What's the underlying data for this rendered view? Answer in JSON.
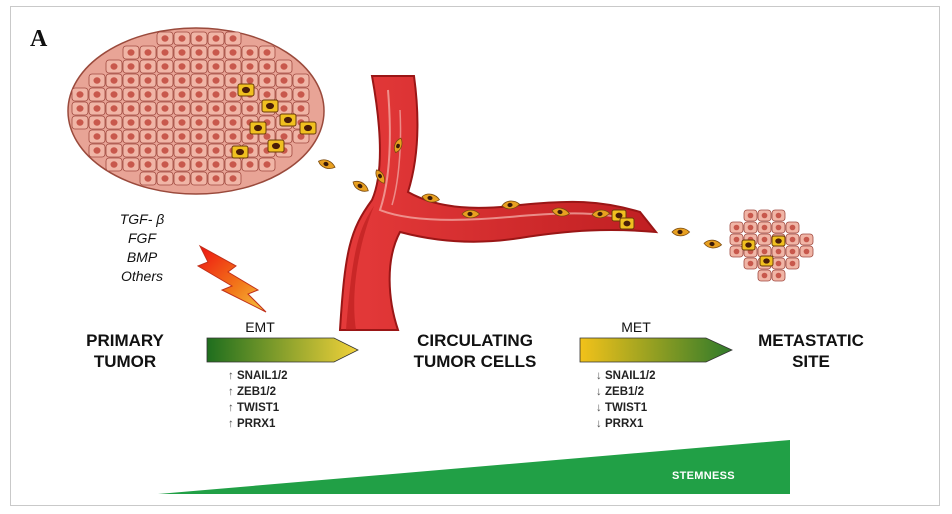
{
  "panel_label": "A",
  "factors": [
    "TGF- β",
    "FGF",
    "BMP",
    "Others"
  ],
  "stages": {
    "primary": [
      "PRIMARY",
      "TUMOR"
    ],
    "circulating": [
      "CIRCULATING",
      "TUMOR CELLS"
    ],
    "metastatic": [
      "METASTATIC",
      "SITE"
    ]
  },
  "emt": {
    "label": "EMT",
    "genes": [
      {
        "dir": "↑",
        "name": "SNAIL1/2"
      },
      {
        "dir": "↑",
        "name": "ZEB1/2"
      },
      {
        "dir": "↑",
        "name": "TWIST1"
      },
      {
        "dir": "↑",
        "name": "PRRX1"
      }
    ]
  },
  "met": {
    "label": "MET",
    "genes": [
      {
        "dir": "↓",
        "name": "SNAIL1/2"
      },
      {
        "dir": "↓",
        "name": "ZEB1/2"
      },
      {
        "dir": "↓",
        "name": "TWIST1"
      },
      {
        "dir": "↓",
        "name": "PRRX1"
      }
    ]
  },
  "stemness_label": "STEMNESS",
  "colors": {
    "vessel": "#d9262b",
    "vessel_dark": "#b01e1e",
    "tumor_cell": "#f0b5a6",
    "tumor_cell_border": "#a04a40",
    "nucleus": "#c8584c",
    "mesenchymal_cell": "#e8a020",
    "mesenchymal_nucleus": "#3a1a0a",
    "emt_start": "#1e6e1e",
    "emt_end": "#f2d23a",
    "stemness": "#21a046"
  }
}
